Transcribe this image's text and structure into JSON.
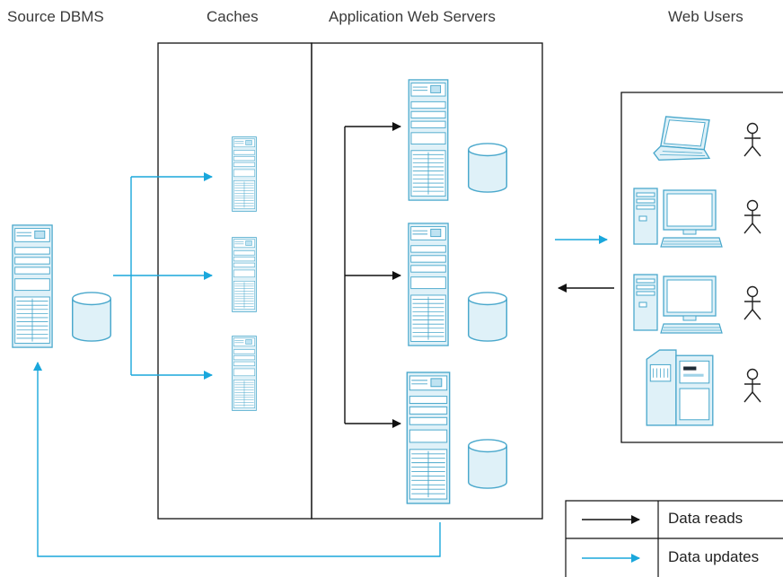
{
  "headers": {
    "source_dbms": "Source DBMS",
    "caches": "Caches",
    "app_servers": "Application Web Servers",
    "web_users": "Web Users"
  },
  "legend": {
    "reads_label": "Data reads",
    "updates_label": "Data updates"
  },
  "colors": {
    "reads_arrow": "#111111",
    "updates_arrow": "#1aa7dc",
    "equipment_fill": "#dff1f8",
    "equipment_stroke": "#4aa8cc",
    "box_stroke": "#111111"
  },
  "icons": {
    "source_server": "server-tower-icon",
    "source_db": "database-cylinder-icon",
    "cache_server": "server-tower-icon",
    "app_server": "server-tower-icon",
    "app_db": "database-cylinder-icon",
    "client_laptop": "laptop-icon",
    "client_desktop": "desktop-computer-icon",
    "client_workstation": "workstation-icon",
    "user": "stick-figure-user-icon"
  }
}
